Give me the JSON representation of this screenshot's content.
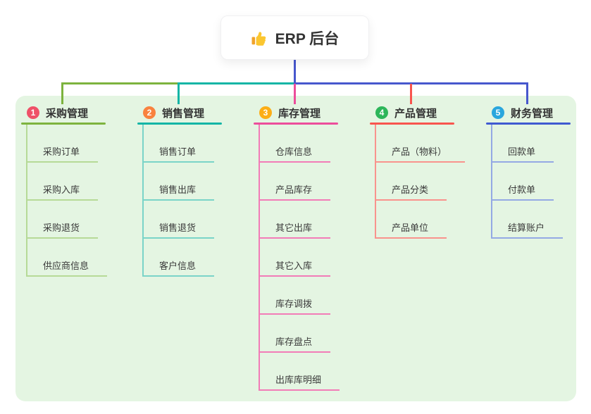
{
  "root": {
    "label": "ERP 后台",
    "icon": "thumbs-up-icon",
    "connector_color": "#4757cd"
  },
  "panel": {
    "background": "#e4f5e2"
  },
  "branches": [
    {
      "badge": "1",
      "label": "采购管理",
      "colors": {
        "badge": "#ef5168",
        "main": "#7db33e",
        "light": "#b6da97"
      },
      "children": [
        "采购订单",
        "采购入库",
        "采购退货",
        "供应商信息"
      ]
    },
    {
      "badge": "2",
      "label": "销售管理",
      "colors": {
        "badge": "#f9823f",
        "main": "#13b5a6",
        "light": "#7ad4c8"
      },
      "children": [
        "销售订单",
        "销售出库",
        "销售退货",
        "客户信息"
      ]
    },
    {
      "badge": "3",
      "label": "库存管理",
      "colors": {
        "badge": "#fcae16",
        "main": "#ec4d9b",
        "light": "#f27cb7"
      },
      "children": [
        "仓库信息",
        "产品库存",
        "其它出库",
        "其它入库",
        "库存调拨",
        "库存盘点",
        "出库库明细"
      ]
    },
    {
      "badge": "4",
      "label": "产品管理",
      "colors": {
        "badge": "#2db65a",
        "main": "#f8554e",
        "light": "#f9938d"
      },
      "children": [
        "产品（物料）",
        "产品分类",
        "产品单位"
      ]
    },
    {
      "badge": "5",
      "label": "财务管理",
      "colors": {
        "badge": "#29a6dd",
        "main": "#3f5ad1",
        "light": "#94a9e4"
      },
      "children": [
        "回款单",
        "付款单",
        "结算账户"
      ]
    }
  ]
}
